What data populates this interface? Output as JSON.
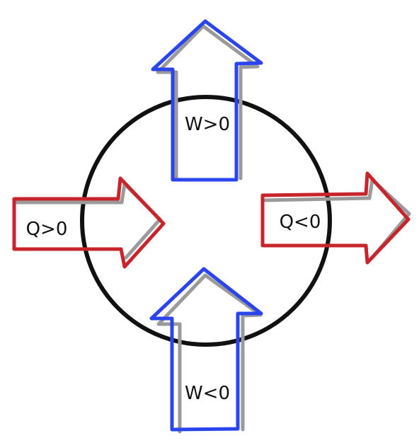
{
  "diagram": {
    "labels": {
      "work_out": "W>0",
      "work_in": "W<0",
      "heat_in": "Q>0",
      "heat_out": "Q<0"
    },
    "colors": {
      "work_arrow": "#2a44ee",
      "heat_arrow": "#c8242b",
      "shadow": "#9a9a9a",
      "system_boundary": "#111111",
      "label_text": "#111111"
    },
    "elements": {
      "system": "circle",
      "arrows": [
        "work-out-arrow",
        "work-in-arrow",
        "heat-in-arrow",
        "heat-out-arrow"
      ]
    }
  }
}
